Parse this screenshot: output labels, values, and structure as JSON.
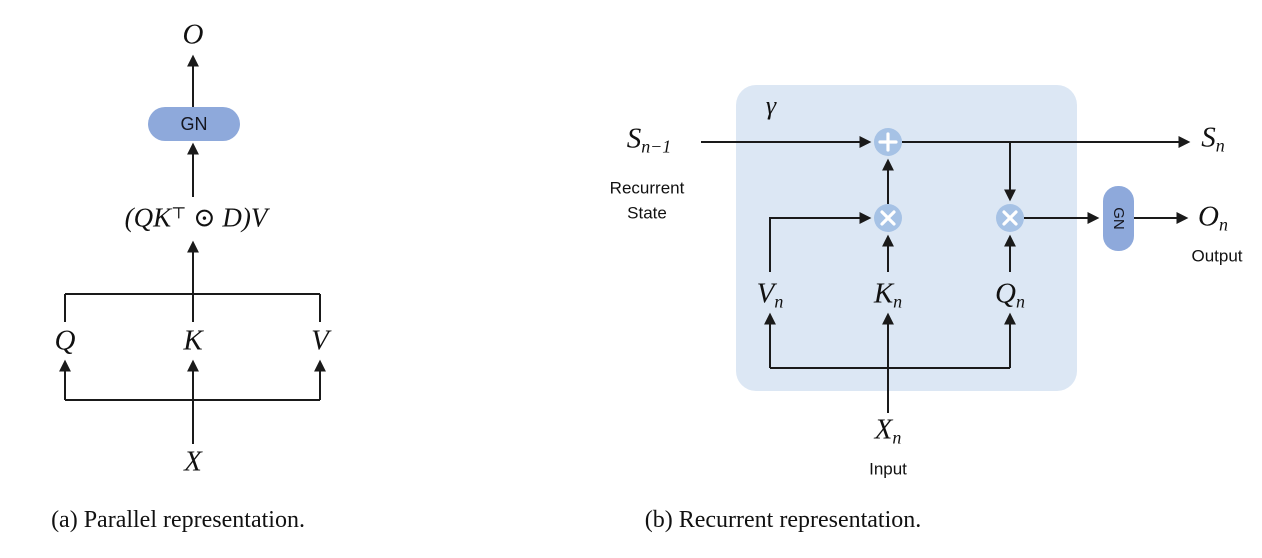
{
  "colors": {
    "panel_fill": "#dce7f4",
    "node_fill": "#a6c2e5",
    "gn_fill": "#8ea9db",
    "line": "#1a1a1a",
    "background": "#ffffff"
  },
  "parallel": {
    "output": "O",
    "gn": "GN",
    "formula": {
      "p1": "(QK",
      "sup": "⊤",
      "p2": " ⊙ D)V"
    },
    "q": "Q",
    "k": "K",
    "v": "V",
    "input": "X",
    "caption": "(a) Parallel representation."
  },
  "recurrent": {
    "state_in": {
      "base": "S",
      "sub": "n−1"
    },
    "state_desc": [
      "Recurrent",
      "State"
    ],
    "gamma": "γ",
    "state_out": {
      "base": "S",
      "sub": "n"
    },
    "v": {
      "base": "V",
      "sub": "n"
    },
    "k": {
      "base": "K",
      "sub": "n"
    },
    "q": {
      "base": "Q",
      "sub": "n"
    },
    "gn": "GN",
    "output": {
      "base": "O",
      "sub": "n"
    },
    "output_desc": "Output",
    "input": {
      "base": "X",
      "sub": "n"
    },
    "input_desc": "Input",
    "caption": "(b) Recurrent representation."
  }
}
